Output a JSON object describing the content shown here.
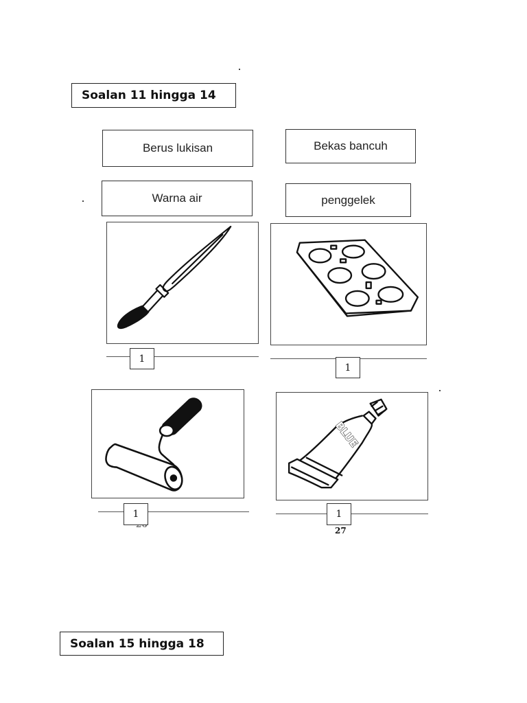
{
  "headings": {
    "first": "Soalan  11 hingga 14",
    "second": "Soalan  15 hingga 18"
  },
  "labels": [
    "Berus lukisan",
    "Bekas bancuh",
    "Warna air",
    "penggelek"
  ],
  "pictures": [
    {
      "icon": "paint-brush-icon"
    },
    {
      "icon": "paint-palette-icon"
    },
    {
      "icon": "paint-roller-icon",
      "number": "26"
    },
    {
      "icon": "paint-tube-icon",
      "text": "BLUE",
      "number": "27"
    }
  ],
  "answers": [
    "1",
    "1",
    "1",
    "1"
  ]
}
